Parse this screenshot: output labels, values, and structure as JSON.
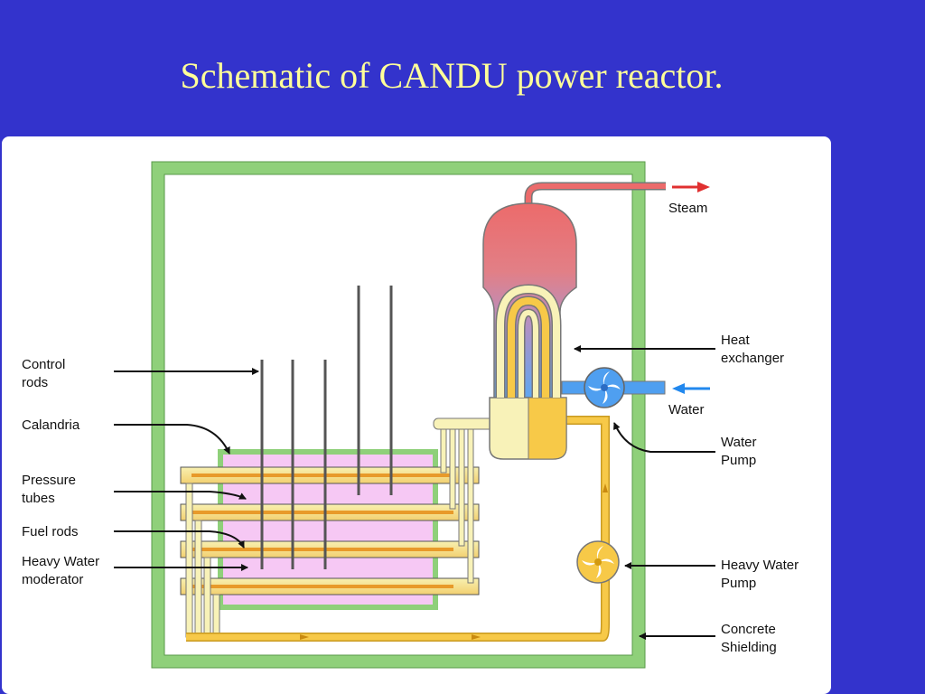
{
  "title": "Schematic of CANDU power reactor.",
  "labels": {
    "control_rods": [
      "Control",
      "rods"
    ],
    "calandria": [
      "Calandria"
    ],
    "pressure_tubes": [
      "Pressure",
      "tubes"
    ],
    "fuel_rods": [
      "Fuel rods"
    ],
    "moderator": [
      "Heavy Water",
      "moderator"
    ],
    "steam": [
      "Steam"
    ],
    "heat_exchanger": [
      "Heat",
      "exchanger"
    ],
    "water": [
      "Water"
    ],
    "water_pump": [
      "Water",
      "Pump"
    ],
    "heavy_water_pump": [
      "Heavy Water",
      "Pump"
    ],
    "shielding": [
      "Concrete",
      "Shielding"
    ]
  },
  "colors": {
    "background": "#3333cc",
    "title": "#ffff99",
    "shielding": "#8fd07a",
    "moderator": "#f6c8f4",
    "heavy_water": "#f7c948",
    "heavy_water_light": "#f8f2b8",
    "steam": "#ea6a6a",
    "water": "#4f9ff0",
    "arrow_steam": "#e03030",
    "arrow_water": "#2288ee"
  },
  "icons": [
    "pump-icon",
    "arrow-icon"
  ]
}
